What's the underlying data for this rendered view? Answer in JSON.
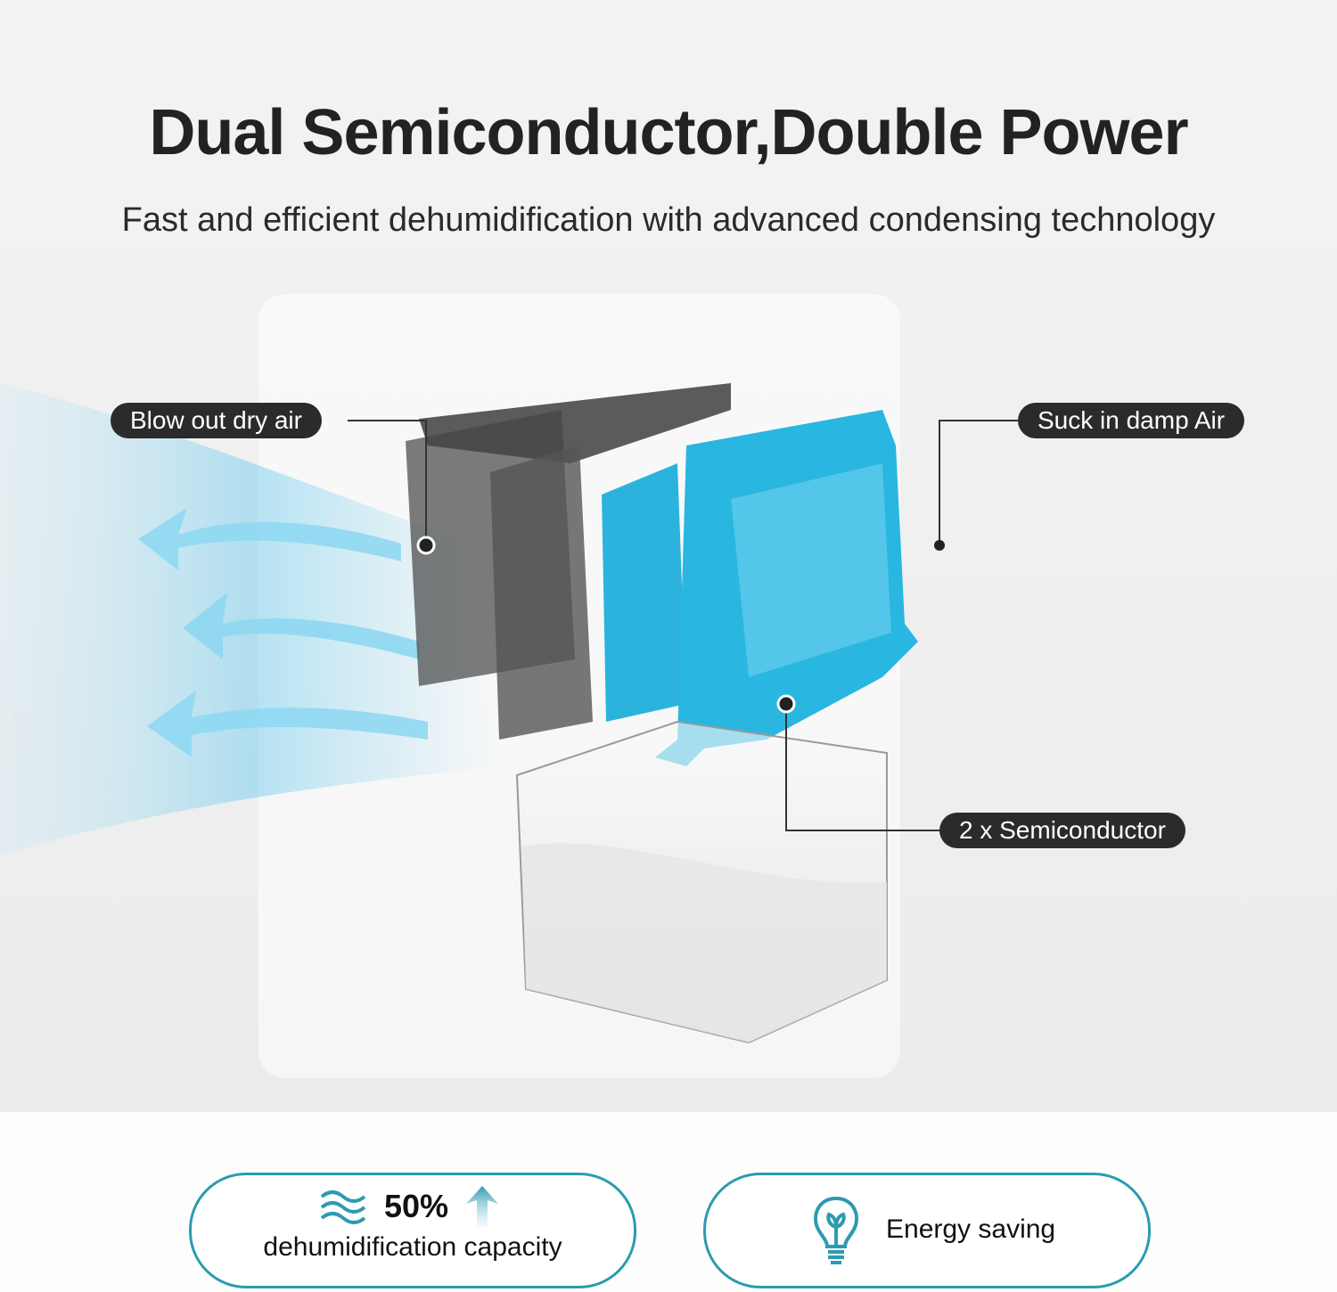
{
  "header": {
    "title": "Dual Semiconductor,Double Power",
    "subtitle": "Fast and efficient dehumidification with advanced condensing technology"
  },
  "callouts": {
    "blow": "Blow out dry air",
    "suck": "Suck in damp Air",
    "semi": "2 x Semiconductor"
  },
  "features": [
    {
      "icon": "water-waves-icon",
      "value": "50%",
      "label": "dehumidification capacity"
    },
    {
      "icon": "lightbulb-leaf-icon",
      "label": "Energy saving"
    }
  ],
  "colors": {
    "accent": "#2b9bb0",
    "component": "#29b6e0",
    "pill": "#2b2b2b"
  }
}
